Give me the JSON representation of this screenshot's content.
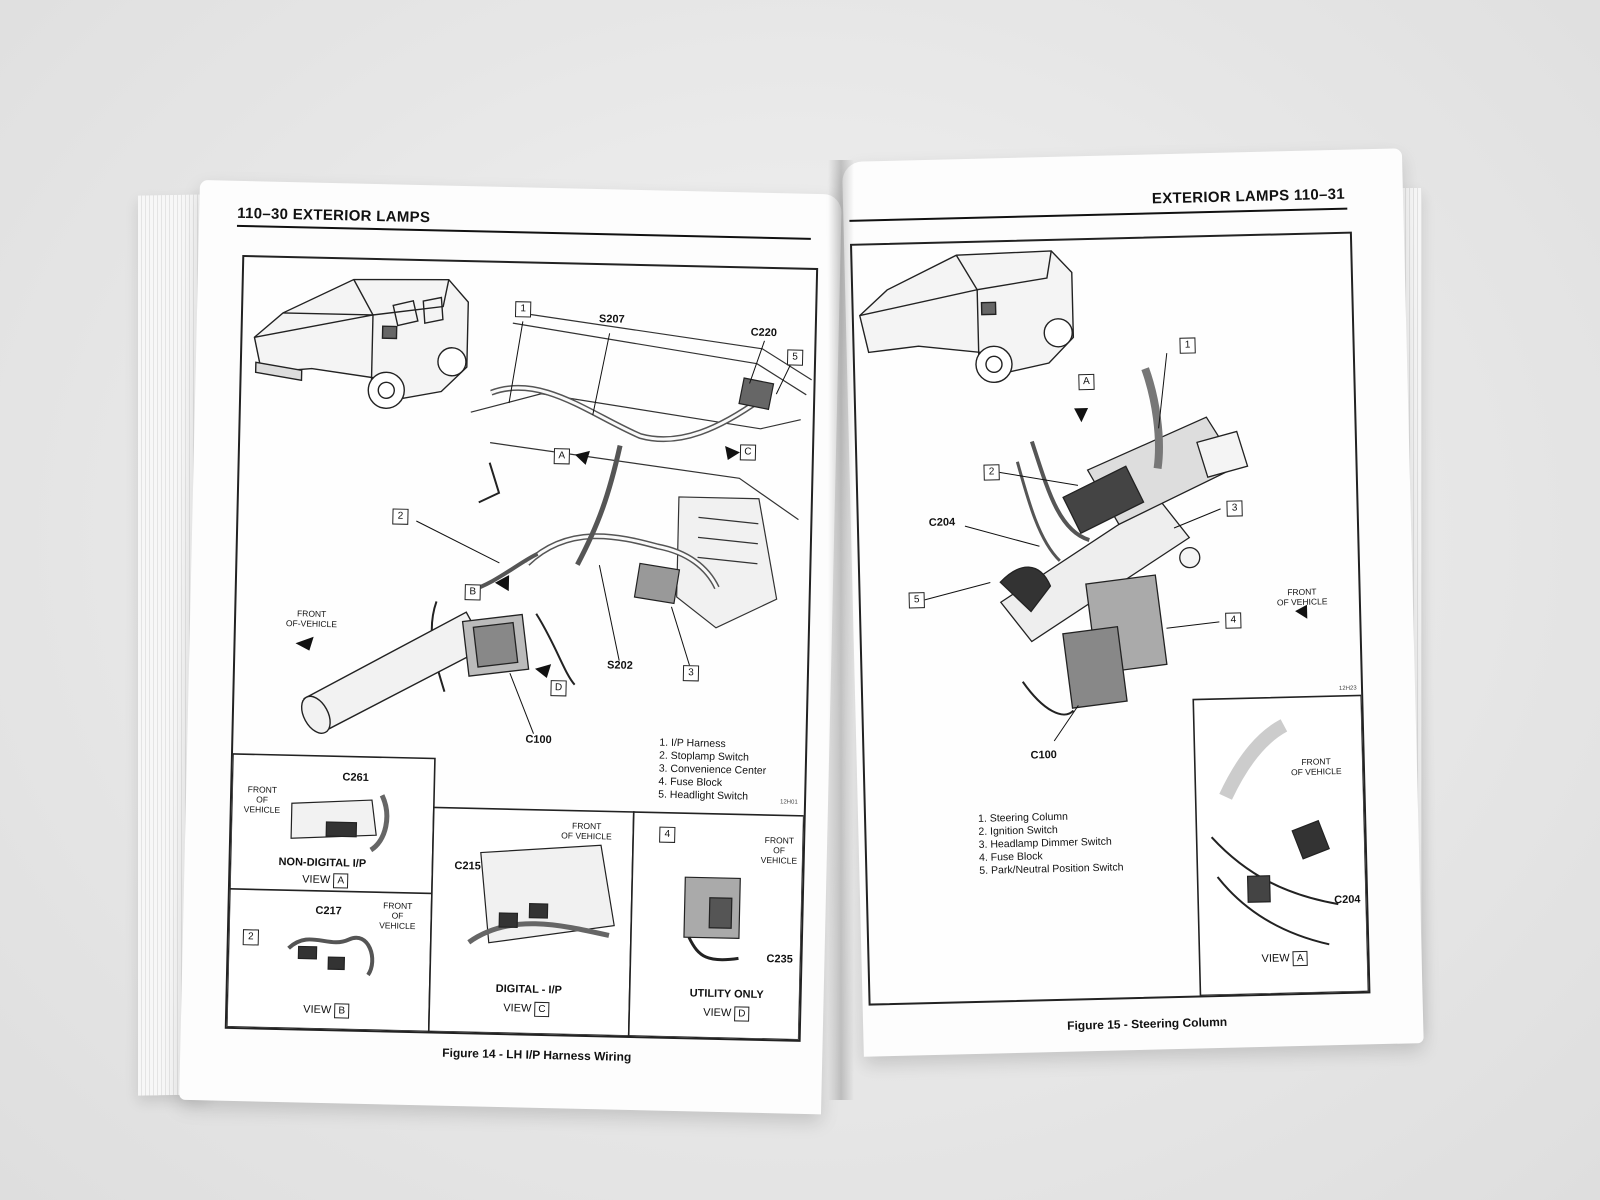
{
  "left_page": {
    "header": "110–30  EXTERIOR LAMPS",
    "callouts": {
      "s207": "S207",
      "c220": "C220",
      "s202": "S202",
      "c100": "C100",
      "c261": "C261",
      "c217": "C217",
      "c215": "C215",
      "c235": "C235"
    },
    "num_boxes": [
      "1",
      "2",
      "3",
      "4",
      "5"
    ],
    "letter_boxes": [
      "A",
      "B",
      "C",
      "D"
    ],
    "front_of_vehicle_main": "FRONT\nOF-VEHICLE",
    "legend": [
      "1.  I/P Harness",
      "2.  Stoplamp Switch",
      "3.  Convenience Center",
      "4.  Fuse Block",
      "5.  Headlight Switch"
    ],
    "image_id": "12H01",
    "views": {
      "a": {
        "title": "NON-DIGITAL I/P",
        "caption": "VIEW",
        "letter": "A",
        "front": "FRONT\nOF\nVEHICLE"
      },
      "b": {
        "caption": "VIEW",
        "letter": "B",
        "front": "FRONT\nOF\nVEHICLE"
      },
      "c": {
        "title": "DIGITAL - I/P",
        "caption": "VIEW",
        "letter": "C",
        "front": "FRONT\nOF VEHICLE"
      },
      "d": {
        "title": "UTILITY ONLY",
        "caption": "VIEW",
        "letter": "D",
        "front": "FRONT\nOF\nVEHICLE"
      }
    },
    "figure_caption": "Figure 14 - LH I/P Harness Wiring"
  },
  "right_page": {
    "header": "EXTERIOR LAMPS  110–31",
    "callouts": {
      "c204": "C204",
      "c100": "C100",
      "c204_view": "C204"
    },
    "num_boxes": [
      "1",
      "2",
      "3",
      "4",
      "5"
    ],
    "letter_box": "A",
    "front_of_vehicle_main": "FRONT\nOF VEHICLE",
    "front_of_vehicle_view": "FRONT\nOF VEHICLE",
    "image_id": "12H23",
    "legend": [
      "1.  Steering Column",
      "2.  Ignition Switch",
      "3.  Headlamp Dimmer Switch",
      "4.  Fuse Block",
      "5.  Park/Neutral Position Switch"
    ],
    "view_caption": "VIEW",
    "view_letter": "A",
    "figure_caption": "Figure 15 - Steering Column"
  },
  "colors": {
    "ink": "#111111",
    "paper": "#fdfdfd",
    "background": "#e9e9e9"
  }
}
